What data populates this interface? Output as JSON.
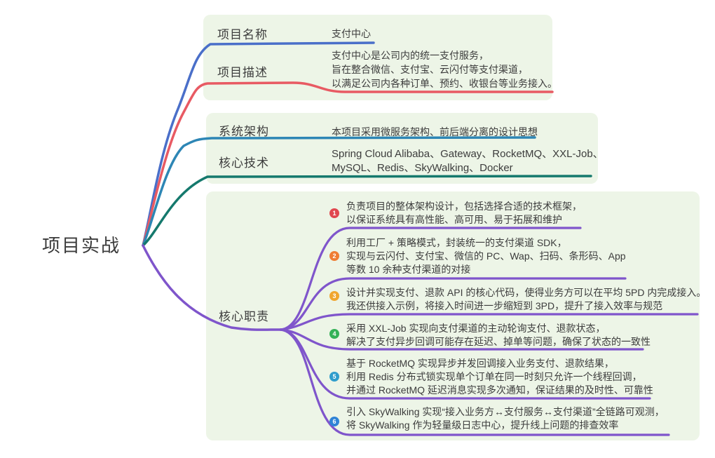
{
  "root": {
    "label": "项目实战"
  },
  "colors": {
    "panel_bg": "#edf5e7",
    "text": "#3c3c3c"
  },
  "branches": [
    {
      "label": "项目名称",
      "color": "#4a6fc9",
      "content": "支付中心"
    },
    {
      "label": "项目描述",
      "color": "#e85a63",
      "lines": [
        "支付中心是公司内的统一支付服务，",
        "旨在整合微信、支付宝、云闪付等支付渠道，",
        "以满足公司内各种订单、预约、收银台等业务接入。"
      ]
    },
    {
      "label": "系统架构",
      "color": "#2d86b5",
      "content": "本项目采用微服务架构、前后端分离的设计思想"
    },
    {
      "label": "核心技术",
      "color": "#15796d",
      "lines": [
        "Spring Cloud Alibaba、Gateway、RocketMQ、XXL-Job、",
        "MySQL、Redis、SkyWalking、Docker"
      ]
    },
    {
      "label": "核心职责",
      "color": "#7f55cb",
      "items": [
        {
          "num": "1",
          "badge_color": "#e0474f",
          "lines": [
            "负责项目的整体架构设计，包括选择合适的技术框架，",
            "以保证系统具有高性能、高可用、易于拓展和维护"
          ]
        },
        {
          "num": "2",
          "badge_color": "#ef7d33",
          "lines": [
            "利用工厂 + 策略模式，封装统一的支付渠道 SDK，",
            "实现与云闪付、支付宝、微信的 PC、Wap、扫码、条形码、App",
            "等数 10 余种支付渠道的对接"
          ]
        },
        {
          "num": "3",
          "badge_color": "#f0a62f",
          "lines": [
            "设计并实现支付、退款 API 的核心代码，使得业务方可以在平均 5PD 内完成接入。",
            "我还供接入示例，将接入时间进一步缩短到 3PD，提升了接入效率与规范"
          ]
        },
        {
          "num": "4",
          "badge_color": "#35b257",
          "lines": [
            "采用 XXL-Job 实现向支付渠道的主动轮询支付、退款状态，",
            "解决了支付异步回调可能存在延迟、掉单等问题，确保了状态的一致性"
          ]
        },
        {
          "num": "5",
          "badge_color": "#2f9dcc",
          "lines": [
            "基于 RocketMQ 实现异步并发回调接入业务支付、退款结果，",
            "利用 Redis 分布式锁实现单个订单在同一时刻只允许一个线程回调，",
            "并通过 RocketMQ 延迟消息实现多次通知，保证结果的及时性、可靠性"
          ]
        },
        {
          "num": "6",
          "badge_color": "#2f83d6",
          "lines": [
            "引入 SkyWalking 实现“接入业务方↔支付服务↔支付渠道”全链路可观测，",
            "将 SkyWalking 作为轻量级日志中心，提升线上问题的排查效率"
          ]
        }
      ]
    }
  ]
}
